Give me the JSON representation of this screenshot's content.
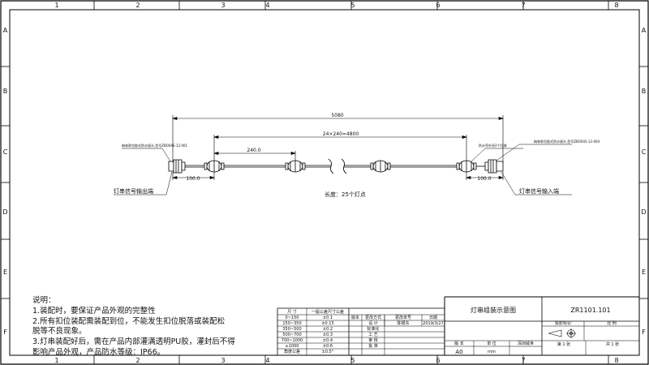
{
  "frame": {
    "col_labels": [
      "1",
      "2",
      "3",
      "4",
      "5",
      "6",
      "7",
      "8"
    ],
    "row_labels": [
      "A",
      "B",
      "C",
      "D",
      "E",
      "F"
    ]
  },
  "drawing": {
    "dim_total": "5080",
    "dim_middle": "24×240=4800",
    "dim_pitch": "240.0",
    "dim_left_end": "100.0",
    "dim_right_end": "100.0",
    "callout_left": "梅林款包胶式防水接头,型号ZBO04S-12-001",
    "callout_right_small": "防水壳外径2个灯珠",
    "callout_right": "梅林款包胶式防水接头,型号ZBO04S-12-004",
    "label_output": "灯串信号输出端",
    "label_input": "灯串信号输入端",
    "label_length": "长度：25个灯点"
  },
  "notes": {
    "heading": "说明：",
    "line1": "1.装配时，要保证产品外观的完整性",
    "line2": "2.所有扣位装配需装配到位，不能发生扣位脱落或装配松",
    "line3": "脱等不良现象。",
    "line4": "3.灯串装配好后，需在产品内部灌满透明PU胶，灌封后不得",
    "line5": "影响产品外观，产品防水等级：IP66。"
  },
  "tolerance": {
    "header_range": "尺 寸",
    "header_tol": "一般公差尺寸公差",
    "rows": [
      {
        "range": "0~150",
        "tol": "±0.1"
      },
      {
        "range": "150~350",
        "tol": "±0.15"
      },
      {
        "range": "350~500",
        "tol": "±0.2"
      },
      {
        "range": "500~700",
        "tol": "±0.3"
      },
      {
        "range": "700~1000",
        "tol": "±0.4"
      },
      {
        "range": "≥1000",
        "tol": "±0.6"
      },
      {
        "range": "角度公差",
        "tol": "±0.5°"
      }
    ]
  },
  "revision": {
    "h_ver": "版本",
    "h_mode": "更改方式",
    "h_doc": "更改单号",
    "h_date": "日期",
    "r1_ver": "设 计",
    "r1_name": "陈银东",
    "r1_date": "2019/3/27",
    "roles": [
      "标准化",
      "工 艺",
      "审 核",
      "批 准"
    ]
  },
  "titleblock": {
    "title": "灯串组装示意图",
    "code": "ZR1101.101",
    "view_label": "投影标识",
    "scale_label": "比 例",
    "ver_label": "版 本",
    "unit_label": "单 位",
    "company": "深圳威世",
    "paper": "A0",
    "unit_value": "mm",
    "sheet_label": "第 1 张",
    "total_label": "共 1 张"
  }
}
